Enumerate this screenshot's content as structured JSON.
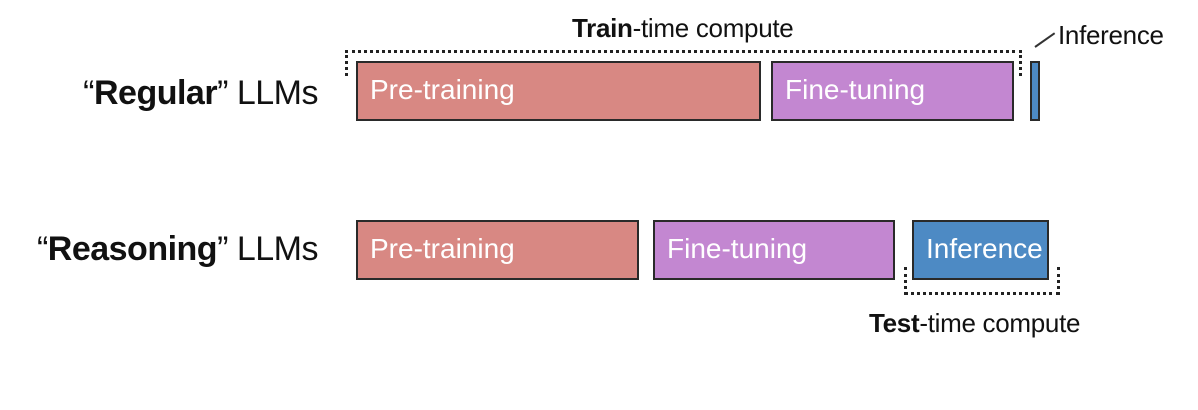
{
  "colors": {
    "pretraining": "#d88883",
    "finetuning": "#c387d1",
    "inference": "#4d8ac4",
    "bar_border": "#2a2a2a",
    "text": "#111111"
  },
  "regular": {
    "label_quote_open": "“",
    "label_bold": "Regular",
    "label_rest": "” LLMs",
    "pretraining": "Pre-training",
    "finetuning": "Fine-tuning",
    "inference_label": "Inference"
  },
  "reasoning": {
    "label_quote_open": "“",
    "label_bold": "Reasoning",
    "label_rest": "” LLMs",
    "pretraining": "Pre-training",
    "finetuning": "Fine-tuning",
    "inference": "Inference"
  },
  "train_time": {
    "bold": "Train",
    "rest": "-time compute"
  },
  "test_time": {
    "bold": "Test",
    "rest": "-time compute"
  }
}
